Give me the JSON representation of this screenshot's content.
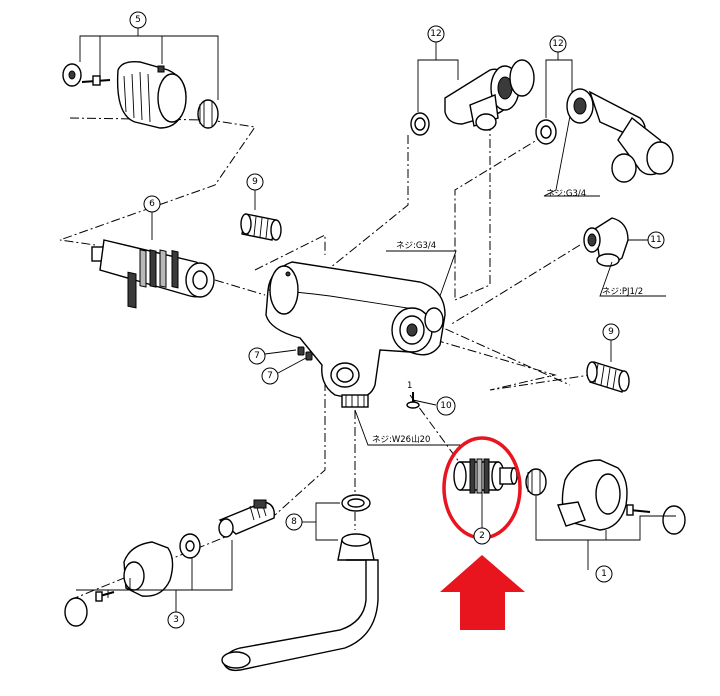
{
  "callouts": {
    "p1": "1",
    "p2": "2",
    "p3": "3",
    "p5": "5",
    "p6": "6",
    "p7a": "7",
    "p7b": "7",
    "p8": "8",
    "p9a": "9",
    "p9b": "9",
    "p10": "10",
    "p11": "11",
    "p12a": "12",
    "p12b": "12"
  },
  "threads": {
    "t_g34_top": "ネジ:G3/4",
    "t_g34_body": "ネジ:G3/4",
    "t_pj12": "ネジ:PJ1/2",
    "t_w26": "ネジ:W26山20",
    "t_one": "1"
  },
  "colors": {
    "highlight": "#e8141e",
    "arrow": "#e8141e",
    "ink": "#000000"
  }
}
